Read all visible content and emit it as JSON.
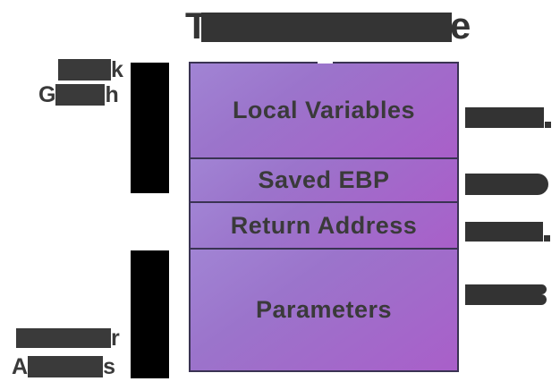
{
  "colors": {
    "background": "#ffffff",
    "redaction_dark_gray": "#343434",
    "redaction_black": "#000000",
    "box_border": "#3a3353",
    "row_gradient_start": "#a184d4",
    "row_gradient_end": "#a95fc9",
    "row_text": "#3a3a3a"
  },
  "title": {
    "redacted": true,
    "visible_start": "T",
    "visible_end": "e"
  },
  "left_labels": {
    "top": {
      "redacted": true,
      "line1_visible_end": "k",
      "line2_visible_start": "G",
      "line2_visible_end": "h"
    },
    "bottom": {
      "redacted": true,
      "line1_visible_end": "r",
      "line2_visible_start": "A",
      "line2_visible_end": "s"
    }
  },
  "stack": {
    "rows": [
      {
        "label": "Local Variables"
      },
      {
        "label": "Saved EBP"
      },
      {
        "label": "Return Address"
      },
      {
        "label": "Parameters"
      }
    ]
  },
  "right_labels": [
    {
      "redacted": true,
      "fragment_shape": "corner-tick"
    },
    {
      "redacted": true,
      "fragment_shape": "round-bump"
    },
    {
      "redacted": true,
      "fragment_shape": "corner-tick"
    },
    {
      "redacted": true,
      "fragment_shape": "double-bump"
    }
  ]
}
